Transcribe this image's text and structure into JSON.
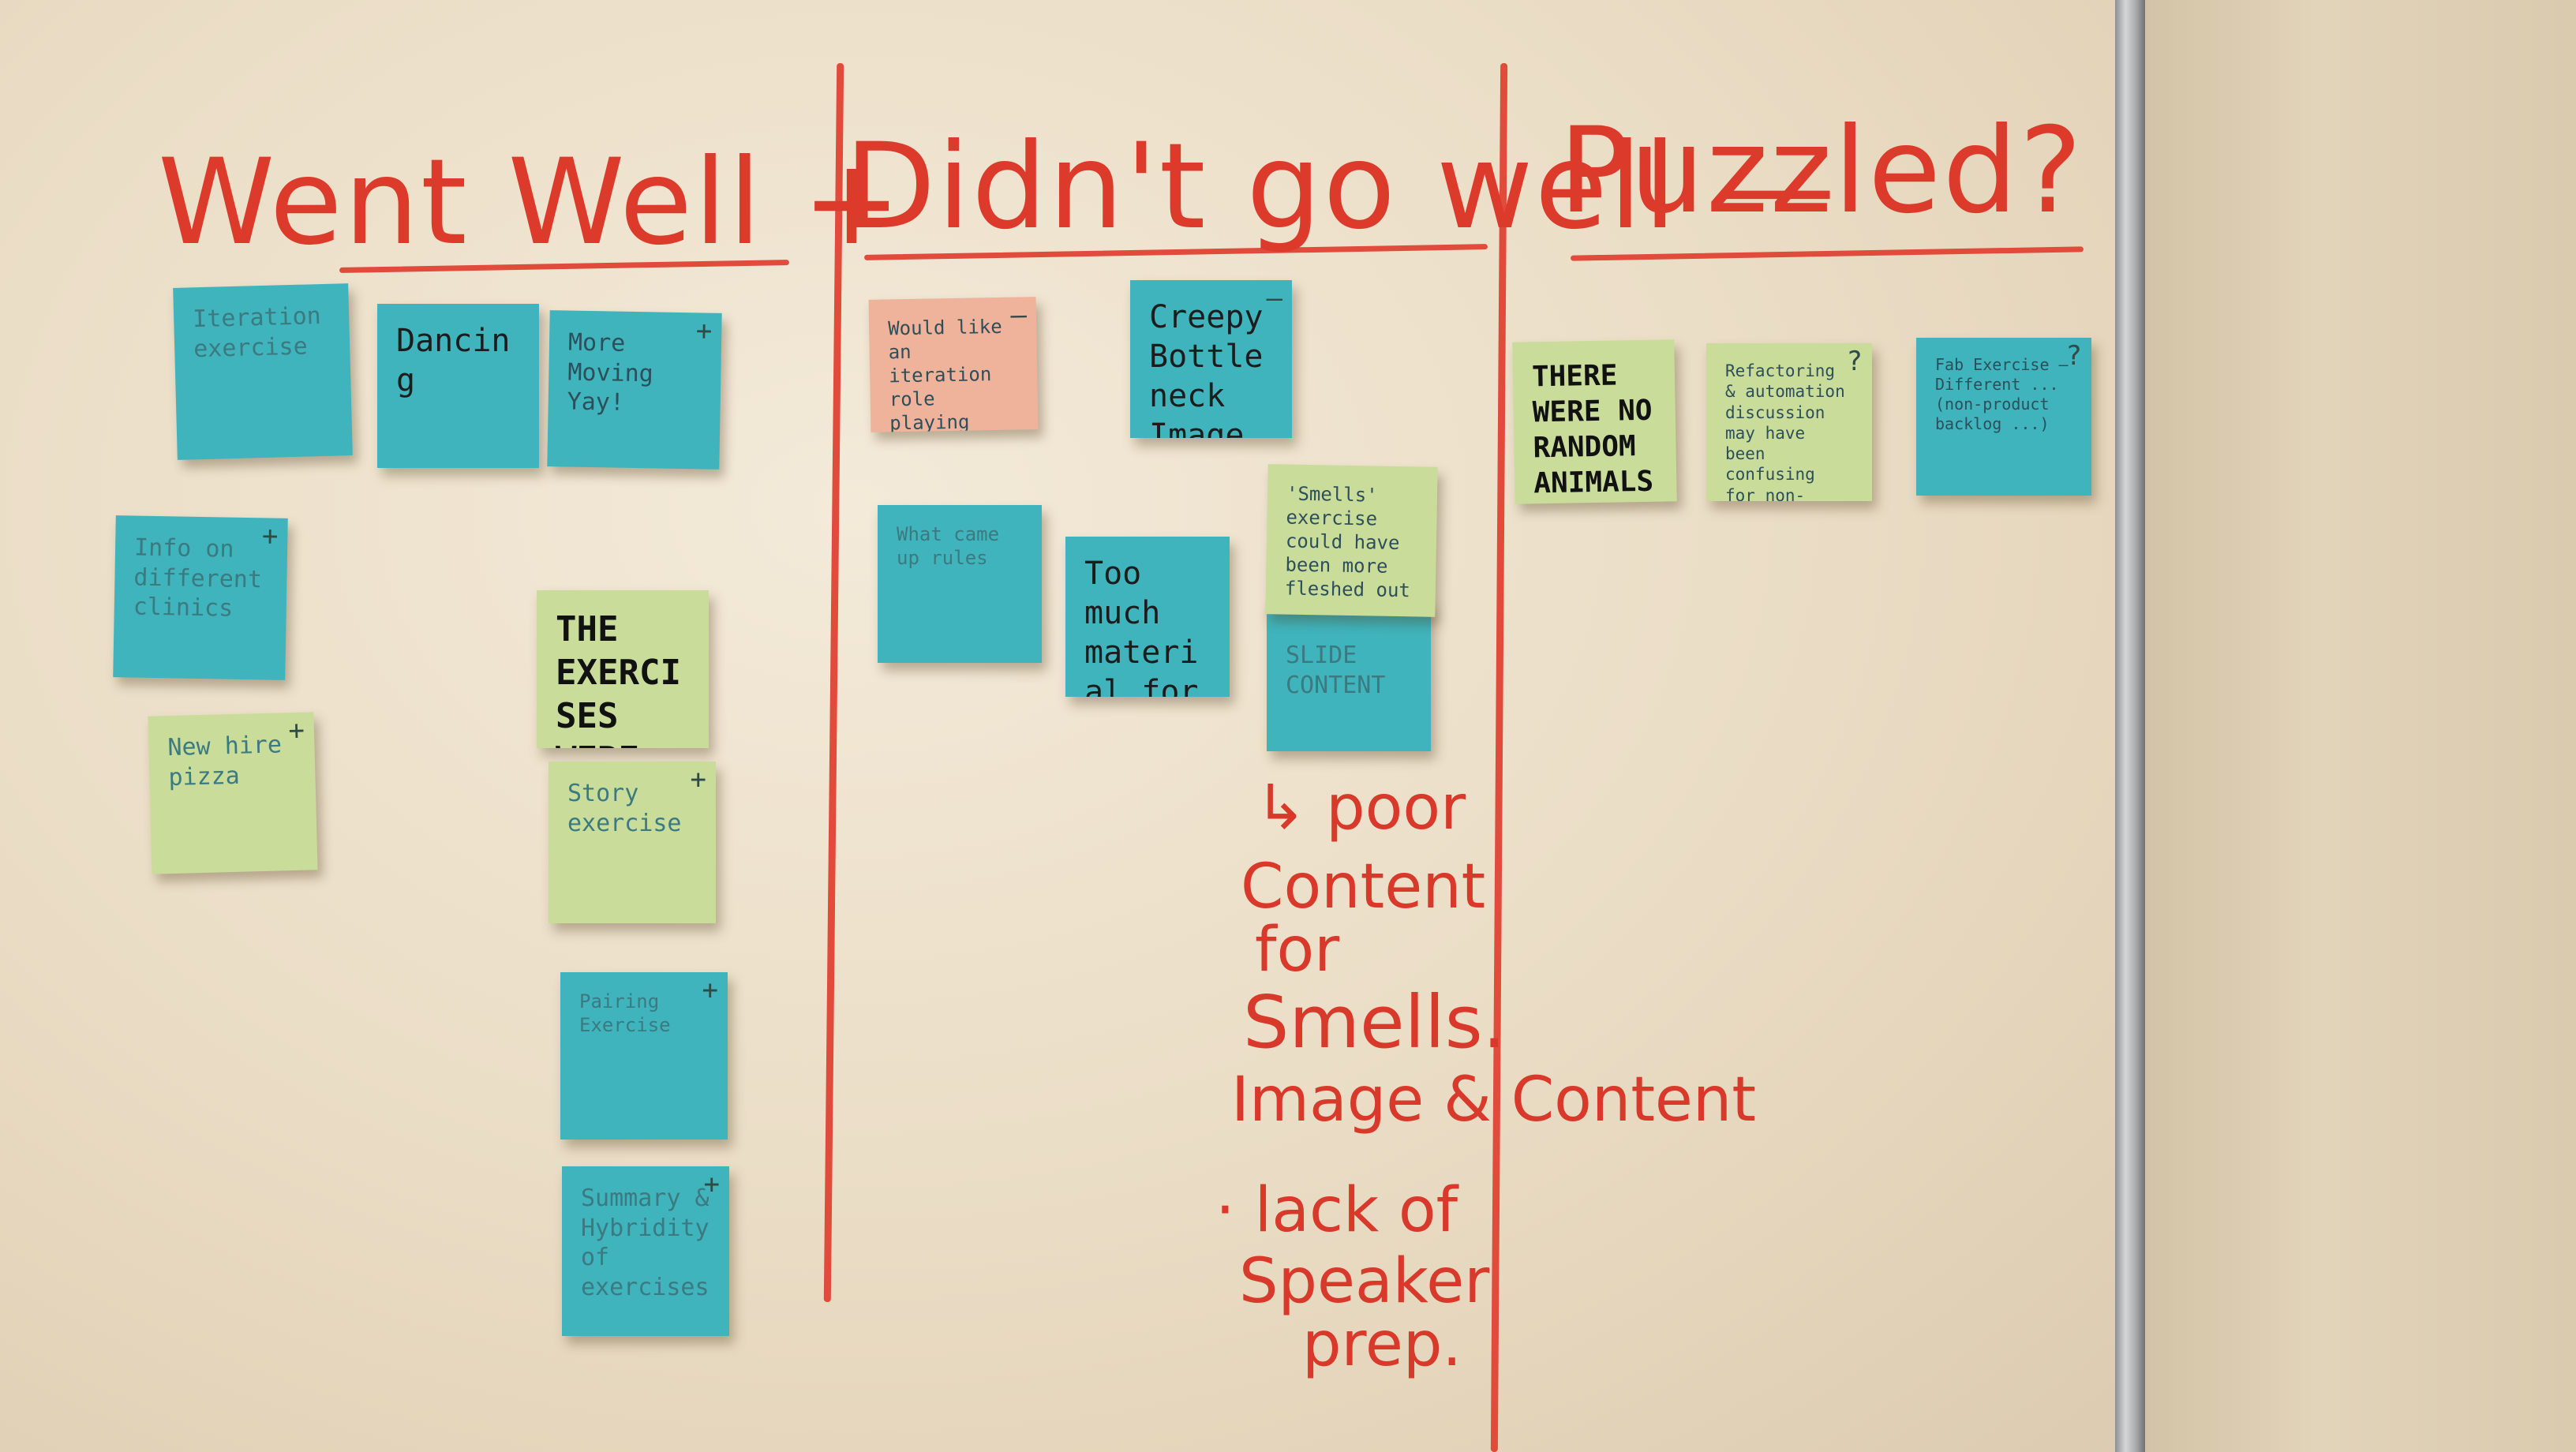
{
  "board": {
    "columns": [
      {
        "heading": "Went Well +",
        "notes": [
          {
            "sign": "",
            "text": "Iteration exercise"
          },
          {
            "sign": "",
            "text": "Dancing"
          },
          {
            "sign": "+",
            "text": "More Moving Yay!"
          },
          {
            "sign": "+",
            "text": "Info on different clinics"
          },
          {
            "sign": "",
            "text": "THE EXERCISES WERE INVOLVED"
          },
          {
            "sign": "+",
            "text": "New hire pizza"
          },
          {
            "sign": "+",
            "text": "Story exercise"
          },
          {
            "sign": "+",
            "text": "Pairing Exercise"
          },
          {
            "sign": "+",
            "text": "Summary & Hybridity of exercises"
          }
        ]
      },
      {
        "heading": "Didn't go well —",
        "notes": [
          {
            "sign": "—",
            "text": "Would like an iteration role playing exercise"
          },
          {
            "sign": "—",
            "text": "Creepy Bottleneck Image"
          },
          {
            "sign": "",
            "text": "What came up rules"
          },
          {
            "sign": "",
            "text": "Too much material for one day"
          },
          {
            "sign": "",
            "text": "'Smells' exercise could have been more fleshed out"
          },
          {
            "sign": "",
            "text": "SLIDE CONTENT"
          }
        ],
        "written_items": [
          "↳ poor",
          "Content",
          "for",
          "Smells.",
          "Image & Content",
          "· lack of",
          "Speaker",
          "prep."
        ]
      },
      {
        "heading": "Puzzled?",
        "notes": [
          {
            "sign": "",
            "text": "THERE WERE NO RANDOM ANIMALS"
          },
          {
            "sign": "?",
            "text": "Refactoring & automation discussion may have been confusing for non-devs?"
          },
          {
            "sign": "?",
            "text": "Fab Exercise — Different ... (non-product backlog ...)"
          }
        ]
      }
    ],
    "colors": {
      "marker_red": "#dc3b2c",
      "note_blue": "#3fb4bc",
      "note_green": "#c9dc9a",
      "note_pink": "#efb29a",
      "board": "#f0e6d3"
    }
  }
}
